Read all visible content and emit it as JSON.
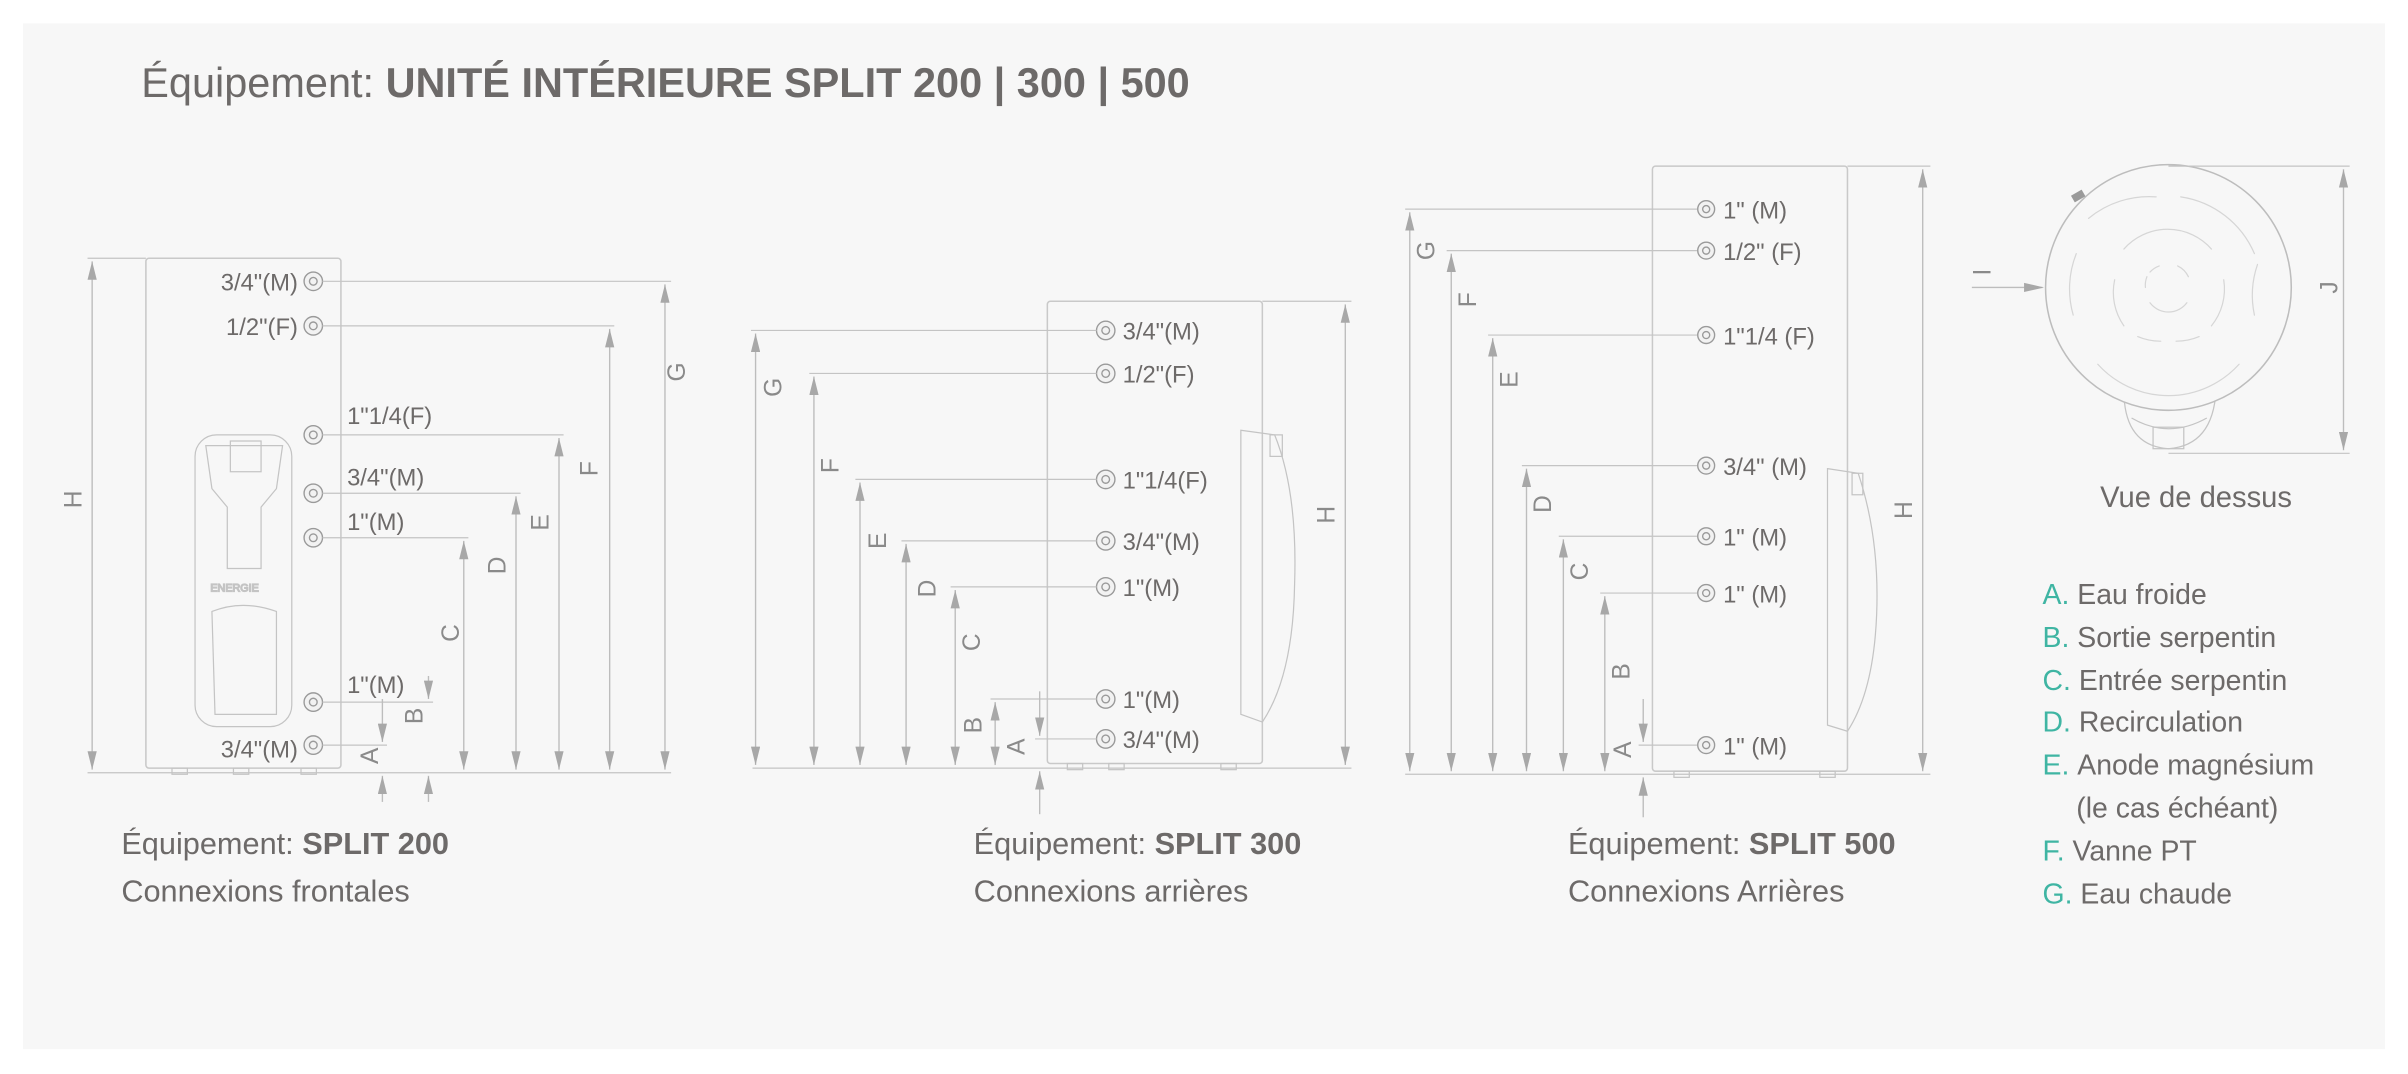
{
  "title": {
    "prefix": "Équipement: ",
    "bold": "UNITÉ INTÉRIEURE SPLIT 200 | 300 | 500"
  },
  "split200": {
    "equip_prefix": "Équipement: ",
    "equip_name": "SPLIT 200",
    "subtitle": "Connexions frontales",
    "connections": [
      "3/4\"(M)",
      "1/2\"(F)",
      "1\"1/4(F)",
      "3/4\"(M)",
      "1\"(M)",
      "1\"(M)",
      "3/4\"(M)"
    ]
  },
  "split300": {
    "equip_prefix": "Équipement: ",
    "equip_name": "SPLIT 300",
    "subtitle": "Connexions arrières",
    "connections": [
      "3/4\"(M)",
      "1/2\"(F)",
      "1\"1/4(F)",
      "3/4\"(M)",
      "1\"(M)",
      "1\"(M)",
      "3/4\"(M)"
    ]
  },
  "split500": {
    "equip_prefix": "Équipement: ",
    "equip_name": "SPLIT 500",
    "subtitle": "Connexions Arrières",
    "connections": [
      "1\" (M)",
      "1/2\" (F)",
      "1\"1/4 (F)",
      "3/4\" (M)",
      "1\" (M)",
      "1\" (M)",
      "1\" (M)"
    ]
  },
  "dimensions": {
    "A": "A",
    "B": "B",
    "C": "C",
    "D": "D",
    "E": "E",
    "F": "F",
    "G": "G",
    "H": "H",
    "I": "I",
    "J": "J"
  },
  "top_view": {
    "caption": "Vue de dessus"
  },
  "legend": [
    {
      "key": "A.",
      "label": "Eau froide"
    },
    {
      "key": "B.",
      "label": "Sortie serpentin"
    },
    {
      "key": "C.",
      "label": "Entrée serpentin"
    },
    {
      "key": "D.",
      "label": "Recirculation"
    },
    {
      "key": "E.",
      "label": "Anode magnésium"
    },
    {
      "key": "",
      "label": "(le cas échéant)"
    },
    {
      "key": "F.",
      "label": "Vanne PT"
    },
    {
      "key": "G.",
      "label": "Eau chaude"
    }
  ],
  "colors": {
    "accent": "#3fb5a3",
    "text": "#6d6a69",
    "background": "#f7f7f7"
  }
}
